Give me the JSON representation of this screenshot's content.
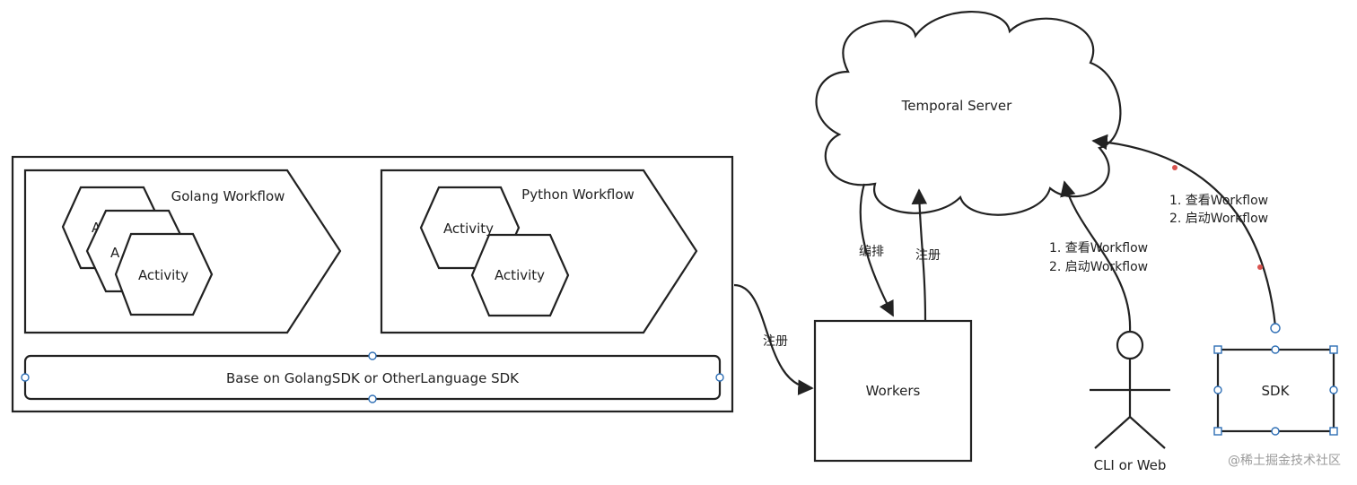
{
  "server": {
    "label": "Temporal Server"
  },
  "container": {
    "golang_workflow": "Golang Workflow",
    "python_workflow": "Python Workflow",
    "activity": "Activity",
    "activity_partial": "A",
    "base_sdk": "Base on GolangSDK or OtherLanguage SDK"
  },
  "workers": {
    "label": "Workers"
  },
  "edges": {
    "register": "注册",
    "orchestrate": "编排",
    "view_workflow": "1. 查看Workflow",
    "start_workflow": "2. 启动Workflow"
  },
  "actor": {
    "label": "CLI or Web"
  },
  "sdk": {
    "label": "SDK"
  },
  "watermark": "@稀土掘金技术社区",
  "colors": {
    "line": "#222222",
    "selection": "#2f6fb5",
    "waypoint": "#d9534f"
  }
}
